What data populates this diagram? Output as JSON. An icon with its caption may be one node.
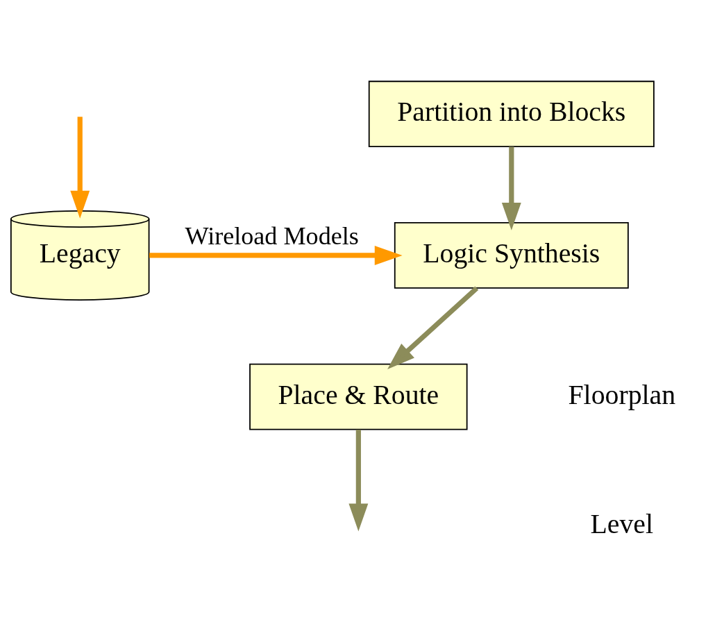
{
  "diagram": {
    "nodes": [
      {
        "text": [
          "Partition into Blocks"
        ]
      },
      {
        "text": [
          "Logic Synthesis"
        ]
      },
      {
        "text": [
          "Place & Route"
        ]
      },
      {
        "text": [
          "Legacy"
        ]
      }
    ],
    "edges": [
      {
        "from": 0,
        "to": 1,
        "arrow": "to"
      },
      {
        "from": 1,
        "to": 2,
        "arrow": "to"
      },
      {
        "from": 2,
        "to": null,
        "arrow": "to"
      },
      {
        "from": 3,
        "to": 1,
        "arrow": "to",
        "label": "Wireload Models",
        "color": "#ff9900"
      },
      {
        "from": null,
        "to": 3,
        "arrow": "to",
        "color": "#ff9900"
      }
    ],
    "labels": [
      "Floorplan",
      "Level"
    ]
  }
}
